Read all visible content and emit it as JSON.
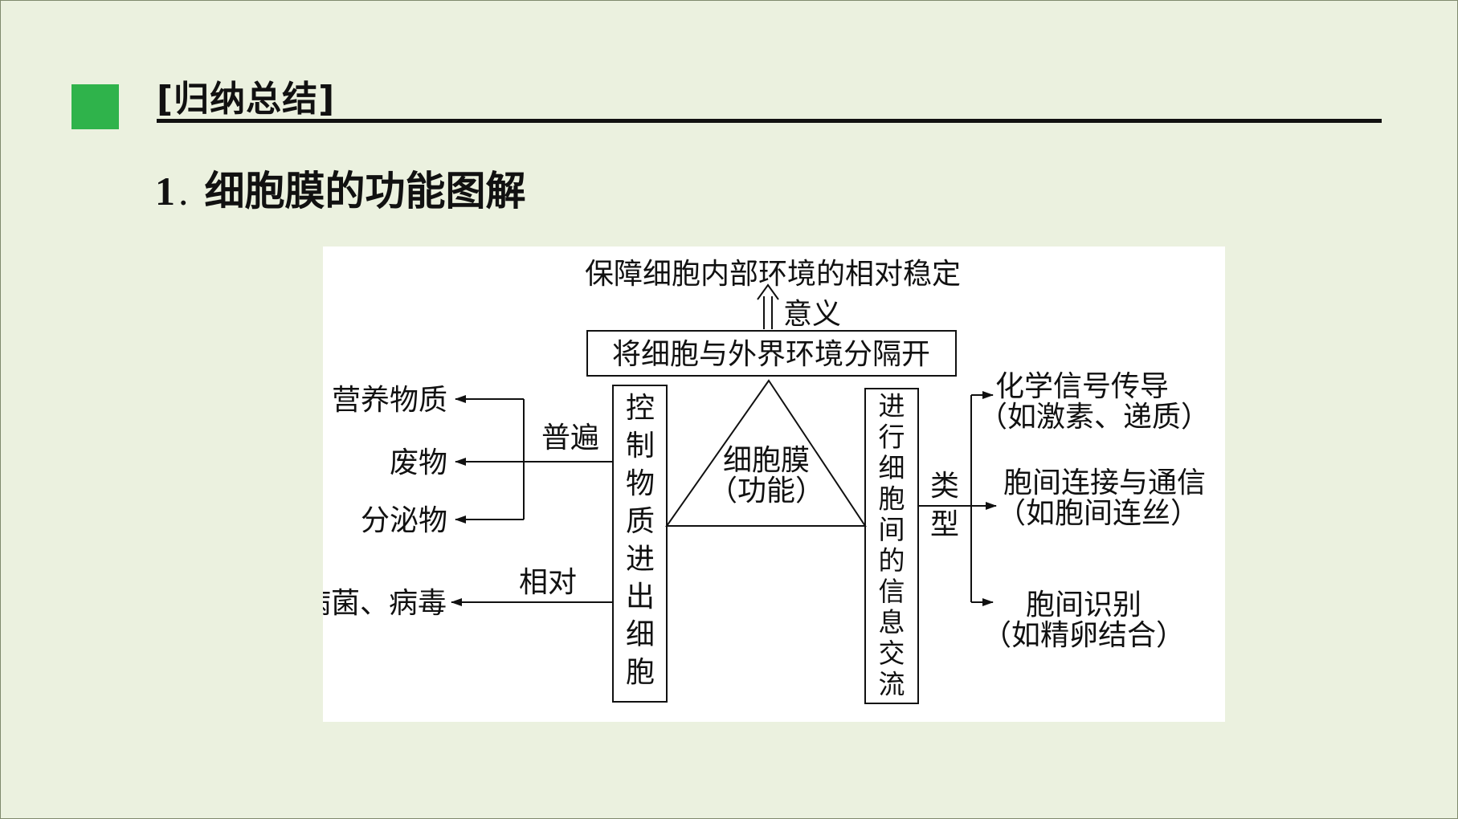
{
  "header": {
    "title": "[归纳总结]",
    "subtitle_number": "1",
    "subtitle_separator": ".",
    "subtitle_text": "细胞膜的功能图解"
  },
  "colors": {
    "background": "#ebf1df",
    "accent_square": "#2fb34b",
    "panel": "#ffffff"
  },
  "diagram": {
    "top_result": "保障细胞内部环境的相对稳定",
    "top_arrow_label": "意义",
    "top_box": "将细胞与外界环境分隔开",
    "center": [
      "细胞膜",
      "（功能）"
    ],
    "left_box": "控制物质进出细胞",
    "left_label_general": "普遍",
    "left_items": [
      "营养物质",
      "废物",
      "分泌物"
    ],
    "left_label_relative": "相对",
    "left_relative_item": "病菌、病毒",
    "right_box": "进行细胞间的信息交流",
    "right_label_type": "类型",
    "right_items": [
      [
        "化学信号传导",
        "（如激素、递质）"
      ],
      [
        "胞间连接与通信",
        "（如胞间连丝）"
      ],
      [
        "胞间识别",
        "（如精卵结合）"
      ]
    ]
  }
}
